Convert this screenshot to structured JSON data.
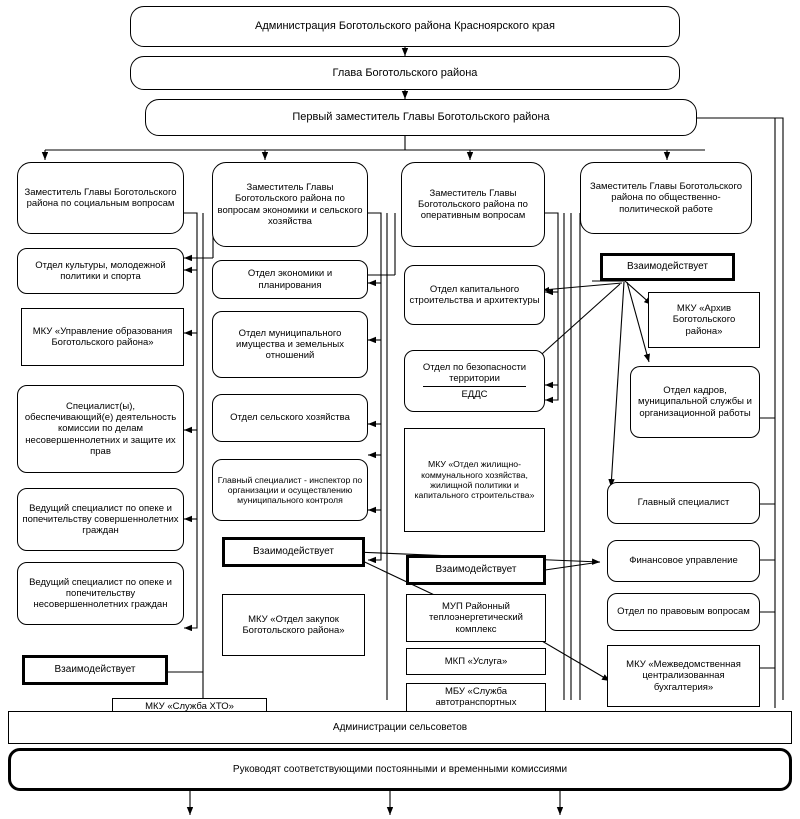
{
  "diagram": {
    "title_top": "Администрация Боготольского района Красноярского края",
    "head": "Глава Боготольского района",
    "first_deputy": "Первый заместитель Главы Боготольского района",
    "interacts_label": "Взаимодействует",
    "deputies": [
      "Заместитель Главы Боготольского района по социальным вопросам",
      "Заместитель Главы Боготольского района по вопросам экономики и сельского хозяйства",
      "Заместитель Главы Боготольского района по оперативным вопросам",
      "Заместитель Главы Боготольского района по общественно-политической работе"
    ],
    "column_social": [
      "Отдел культуры, молодежной политики и спорта",
      "МКУ «Управление образования Боготольского района»",
      "Специалист(ы), обеспечивающий(е) деятельность комиссии по делам несовершеннолетних и защите их прав",
      "Ведущий специалист по опеке и попечительству совершеннолетних граждан",
      "Ведущий специалист по опеке и попечительству несовершеннолетних граждан"
    ],
    "column_economy": [
      "Отдел экономики и планирования",
      "Отдел муниципального имущества и земельных отношений",
      "Отдел сельского хозяйства",
      "Главный специалист - инспектор по организации и осуществлению муниципального контроля",
      "МКУ «Отдел закупок Боготольского района»"
    ],
    "column_operative": [
      "Отдел капитального строительства и архитектуры",
      "Отдел по безопасности территории",
      "ЕДДС",
      "МКУ «Отдел жилищно-коммунального хозяйства, жилищной политики и капитального строительства»",
      "МУП Районный теплоэнергетический комплекс",
      "МКП «Услуга»",
      "МБУ «Служба автотранспортных"
    ],
    "column_public": [
      "МКУ «Архив Боготольского района»",
      "Отдел кадров, муниципальной службы и организационной работы",
      "Главный специалист",
      "Финансовое управление",
      "Отдел по правовым вопросам",
      "МКУ «Межведомственная централизованная бухгалтерия»"
    ],
    "hto_box": "МКУ «Служба ХТО»",
    "band_selsovet": "Администрации сельсоветов",
    "band_commissions": "Руководят соответствующими постоянными и временными комиссиями",
    "colors": {
      "line": "#000000",
      "background": "#ffffff",
      "emphasis_border": "#000000"
    }
  }
}
